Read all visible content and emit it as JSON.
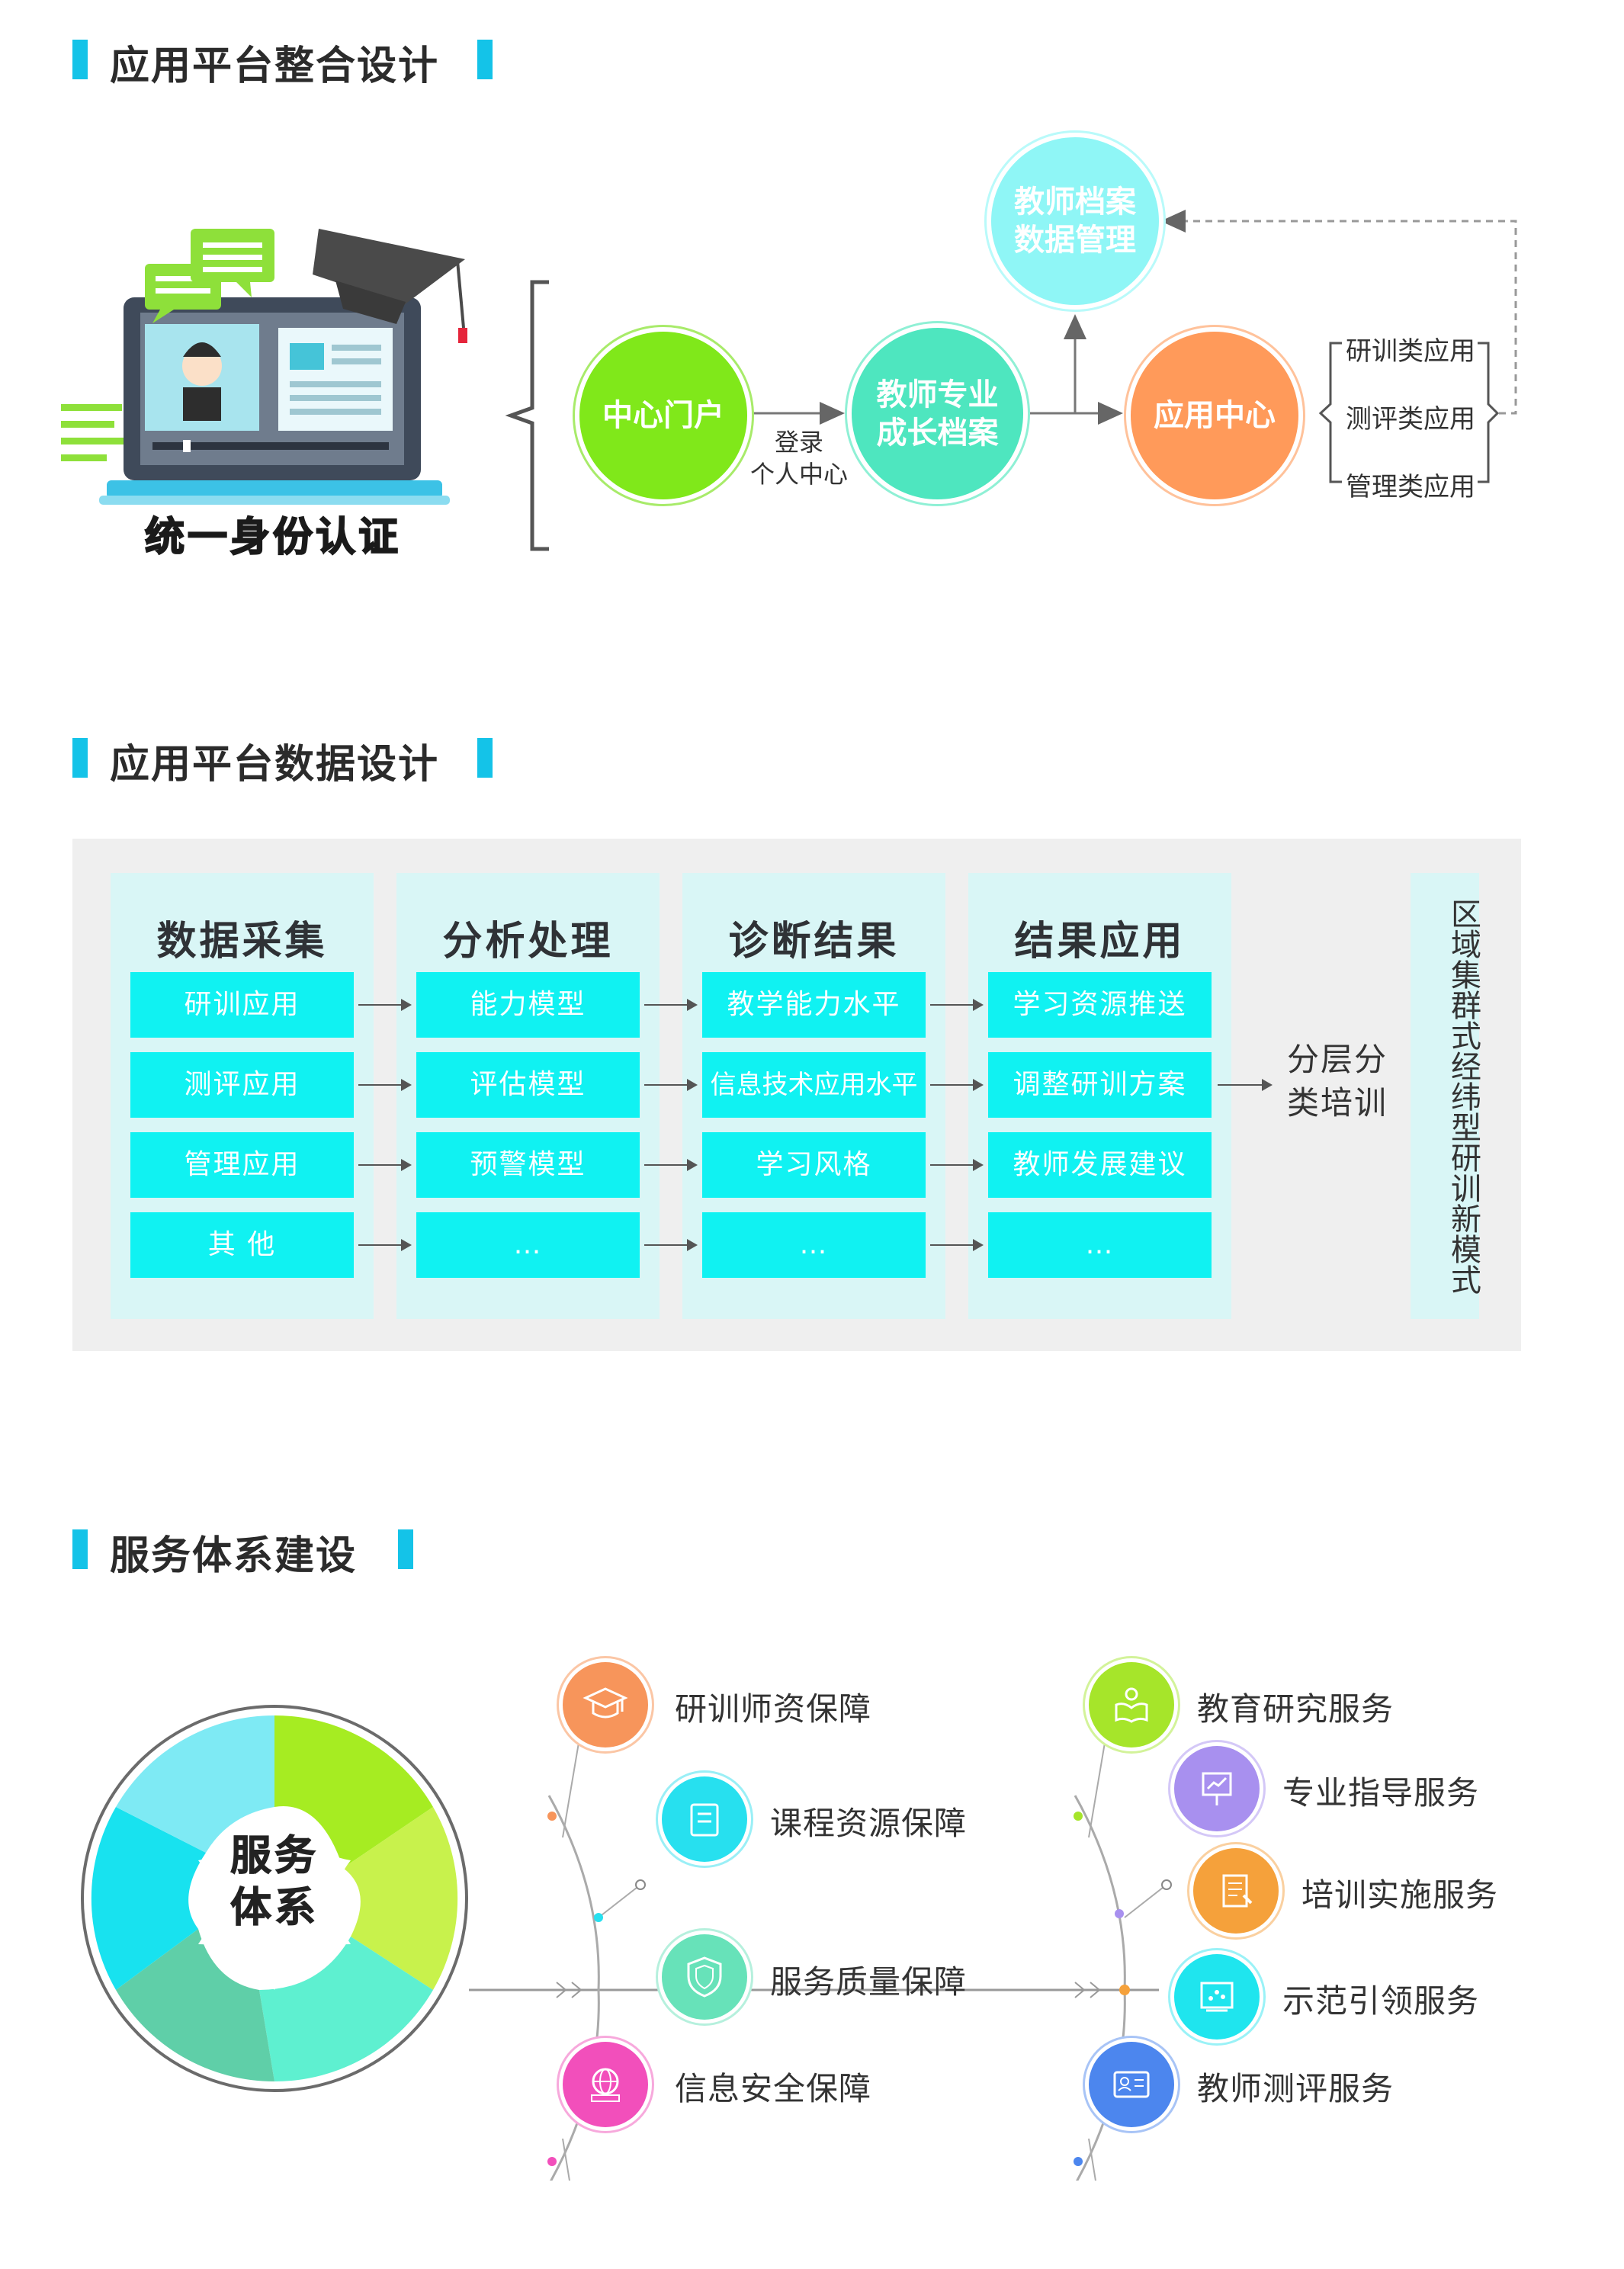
{
  "section1": {
    "title": "应用平台整合设计",
    "auth_label": "统一身份认证",
    "portal": "中心门户",
    "login_label": "登录\n个人中心",
    "growth_file": "教师专业\n成长档案",
    "file_mgmt": "教师档案\n数据管理",
    "app_center": "应用中心",
    "app_types": [
      "研训类应用",
      "测评类应用",
      "管理类应用"
    ]
  },
  "section2": {
    "title": "应用平台数据设计",
    "columns": [
      {
        "head": "数据采集",
        "items": [
          "研训应用",
          "测评应用",
          "管理应用",
          "其 他"
        ]
      },
      {
        "head": "分析处理",
        "items": [
          "能力模型",
          "评估模型",
          "预警模型",
          "…"
        ]
      },
      {
        "head": "诊断结果",
        "items": [
          "教学能力水平",
          "信息技术应用水平",
          "学习风格",
          "…"
        ]
      },
      {
        "head": "结果应用",
        "items": [
          "学习资源推送",
          "调整研训方案",
          "教师发展建议",
          "…"
        ]
      }
    ],
    "side_label": "分层分\n类培训",
    "vertical_label": "区域集群式经纬型研训新模式"
  },
  "section3": {
    "title": "服务体系建设",
    "center_label": "服务\n体系",
    "left_items": [
      {
        "label": "研训师资保障",
        "icon": "graduation-cap-icon",
        "color": "#f7955b"
      },
      {
        "label": "课程资源保障",
        "icon": "book-icon",
        "color": "#27e0ef"
      },
      {
        "label": "服务质量保障",
        "icon": "shield-icon",
        "color": "#67e2b9"
      },
      {
        "label": "信息安全保障",
        "icon": "globe-icon",
        "color": "#f24fbb"
      }
    ],
    "right_items": [
      {
        "label": "教育研究服务",
        "icon": "reading-icon",
        "color": "#a6e52a"
      },
      {
        "label": "专业指导服务",
        "icon": "presentation-icon",
        "color": "#a890ef"
      },
      {
        "label": "培训实施服务",
        "icon": "document-icon",
        "color": "#f5a13b"
      },
      {
        "label": "示范引领服务",
        "icon": "chart-board-icon",
        "color": "#1fe5ee"
      },
      {
        "label": "教师测评服务",
        "icon": "id-card-icon",
        "color": "#4c86ee"
      }
    ]
  }
}
